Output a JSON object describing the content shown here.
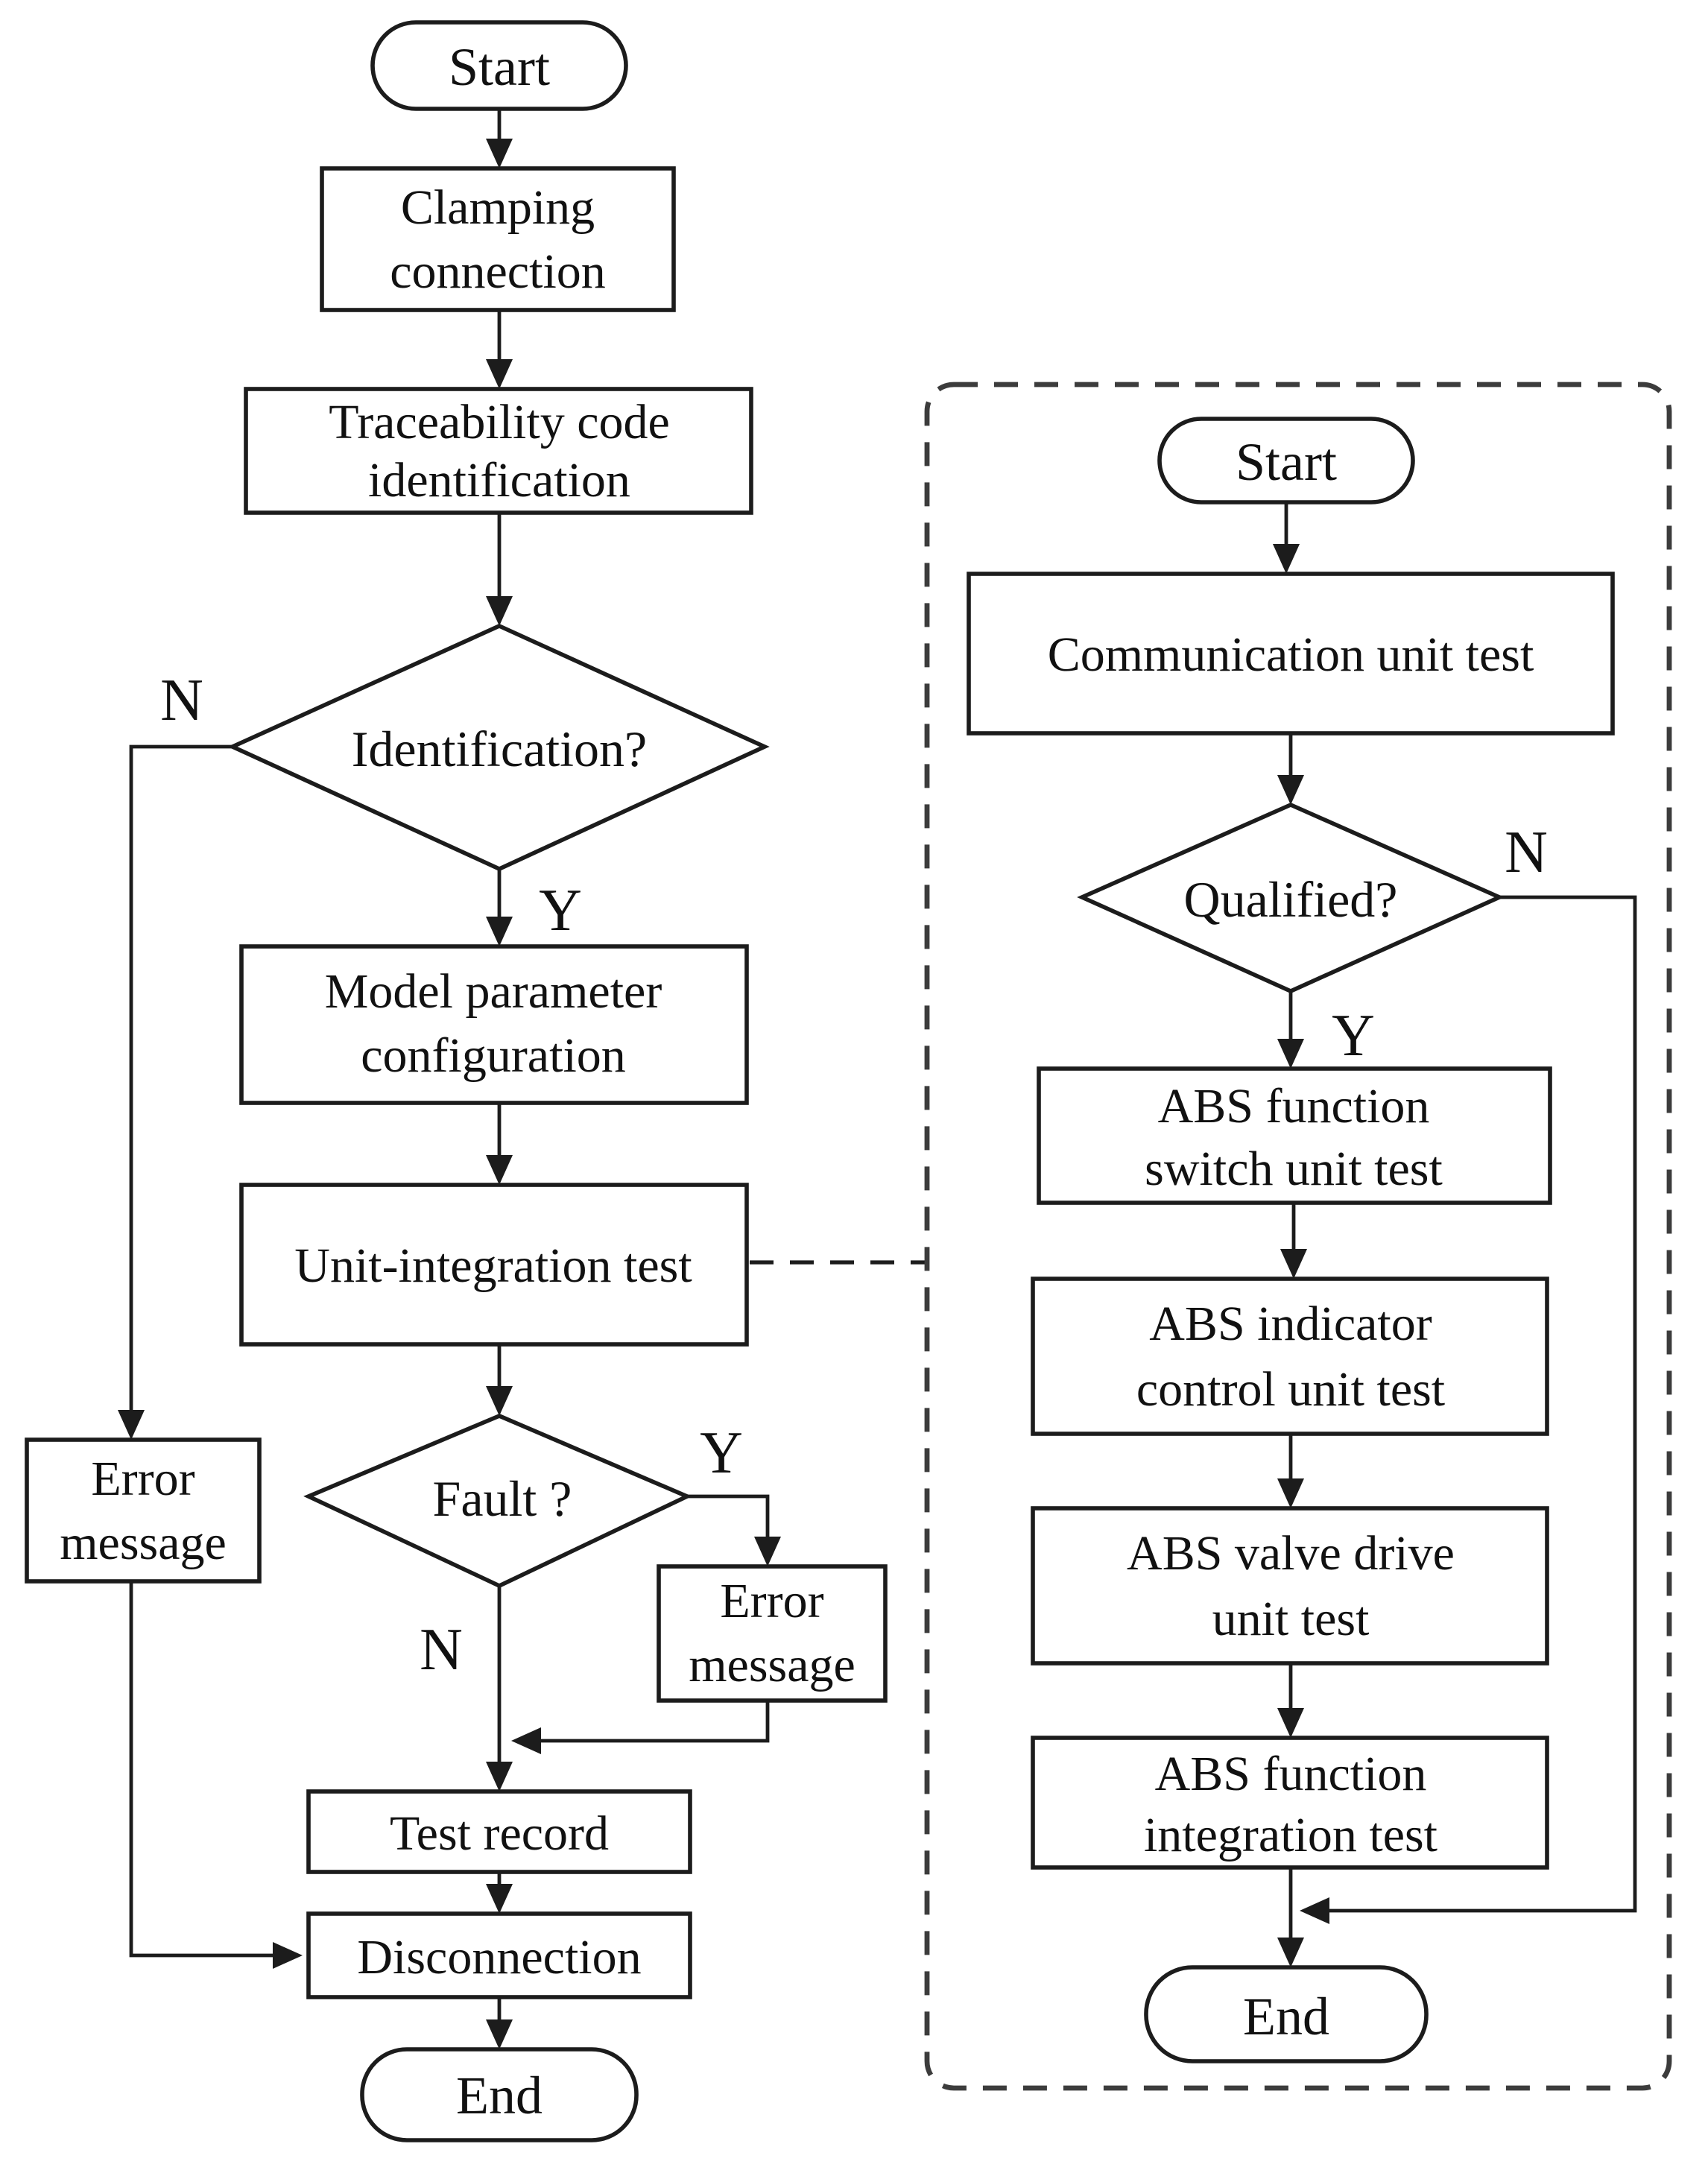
{
  "figure": {
    "type": "flowchart",
    "description": "ABS assembly line test process flowchart with main flow and unit-integration sub-flow",
    "background_color": "#ffffff",
    "line_color": "#1c1c1c",
    "dashed_box_color": "#3c3c3c"
  },
  "main_flow": {
    "start": "Start",
    "clamping_line1": "Clamping",
    "clamping_line2": "connection",
    "trace_line1": "Traceability code",
    "trace_line2": "identification",
    "identification": "Identification?",
    "identification_no": "N",
    "identification_yes": "Y",
    "model_line1": "Model parameter",
    "model_line2": "configuration",
    "unit_integration": "Unit-integration test",
    "fault": "Fault ?",
    "fault_yes": "Y",
    "fault_no": "N",
    "error_left_line1": "Error",
    "error_left_line2": "message",
    "error_right_line1": "Error",
    "error_right_line2": "message",
    "test_record": "Test record",
    "disconnection": "Disconnection",
    "end": "End"
  },
  "sub_flow": {
    "start": "Start",
    "communication": "Communication unit test",
    "qualified": "Qualified?",
    "qualified_no": "N",
    "qualified_yes": "Y",
    "abs_switch_line1": "ABS function",
    "abs_switch_line2": "switch unit test",
    "abs_indicator_line1": "ABS indicator",
    "abs_indicator_line2": "control unit test",
    "abs_valve_line1": "ABS valve drive",
    "abs_valve_line2": "unit test",
    "abs_integration_line1": "ABS function",
    "abs_integration_line2": "integration test",
    "end": "End"
  }
}
